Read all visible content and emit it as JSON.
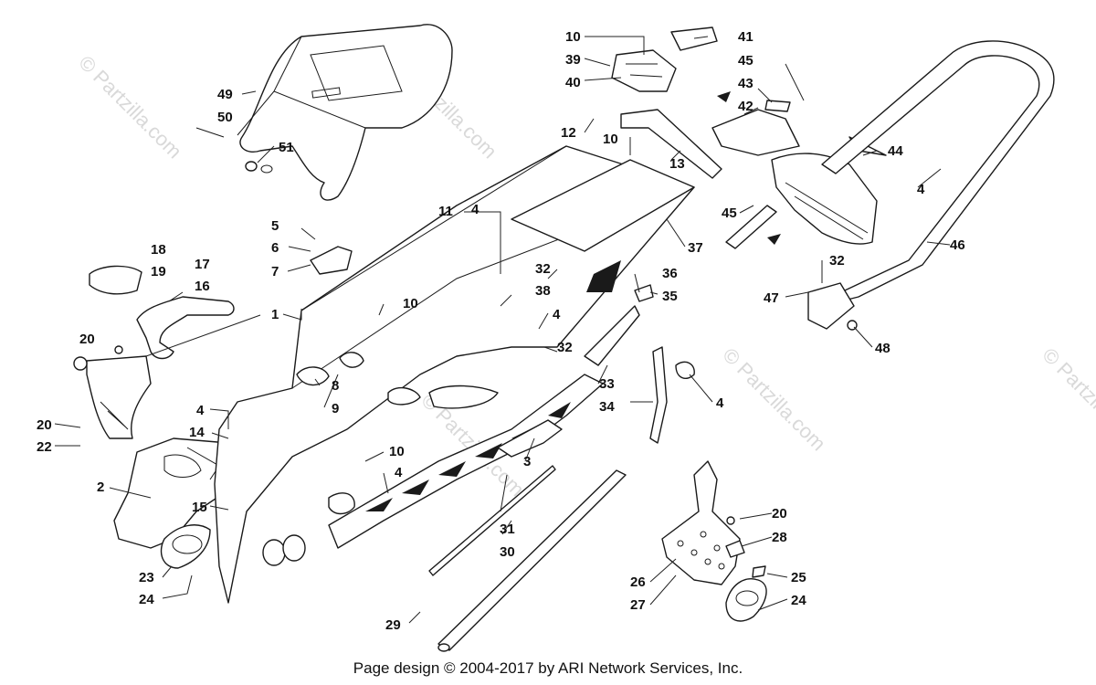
{
  "footer": "Page design © 2004-2017 by ARI Network Services, Inc.",
  "watermark": "© Partzilla.com",
  "callouts": [
    "1",
    "2",
    "3",
    "4",
    "5",
    "6",
    "7",
    "8",
    "9",
    "10",
    "11",
    "12",
    "13",
    "14",
    "15",
    "16",
    "17",
    "18",
    "19",
    "20",
    "22",
    "23",
    "24",
    "25",
    "26",
    "27",
    "28",
    "29",
    "30",
    "31",
    "32",
    "33",
    "34",
    "35",
    "36",
    "37",
    "38",
    "39",
    "40",
    "41",
    "42",
    "43",
    "44",
    "45",
    "46",
    "47",
    "48",
    "49",
    "50",
    "51"
  ]
}
